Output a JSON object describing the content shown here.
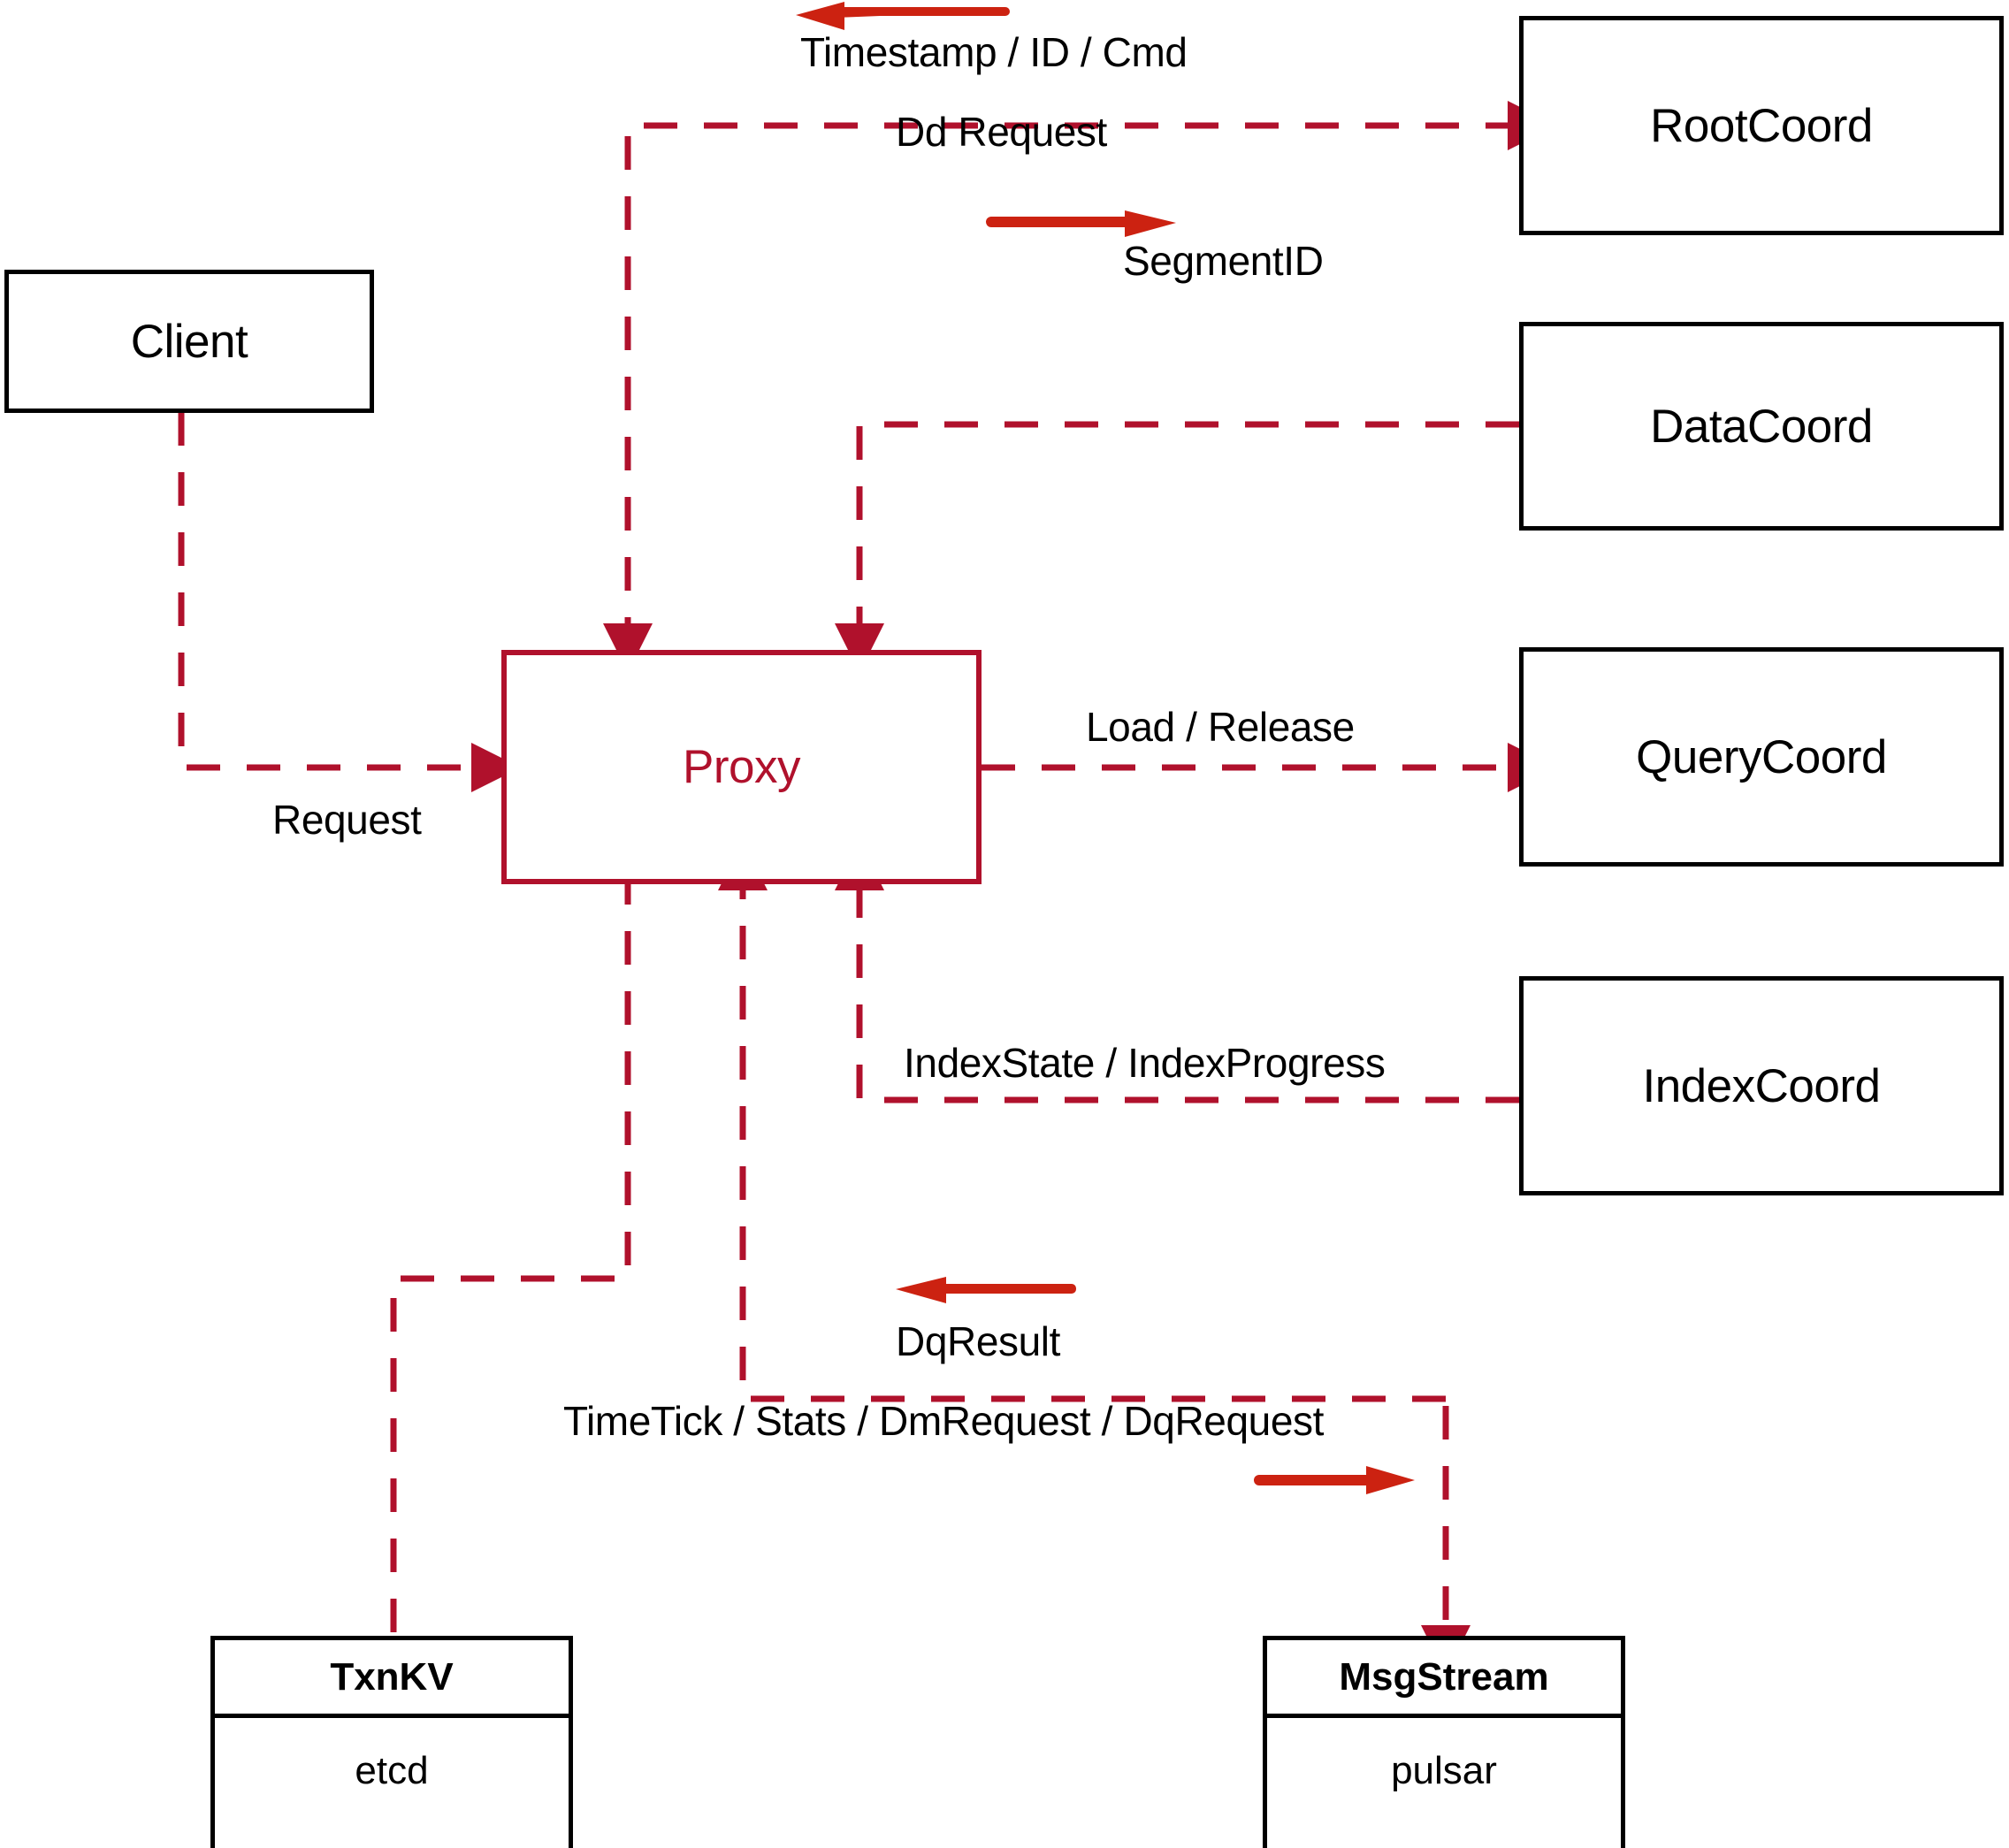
{
  "diagram": {
    "title": "Milvus Proxy interaction diagram",
    "colors": {
      "dashed_edge": "#b0112c",
      "solid_arrow": "#cc2211",
      "node_border": "#000000",
      "accent_node": "#b0112c"
    },
    "nodes": {
      "client": {
        "label": "Client"
      },
      "proxy": {
        "label": "Proxy"
      },
      "root_coord": {
        "label": "RootCoord"
      },
      "data_coord": {
        "label": "DataCoord"
      },
      "query_coord": {
        "label": "QueryCoord"
      },
      "index_coord": {
        "label": "IndexCoord"
      },
      "txnkv": {
        "title": "TxnKV",
        "impl": "etcd"
      },
      "msgstream": {
        "title": "MsgStream",
        "impl": "pulsar"
      }
    },
    "edge_labels": {
      "timestamp_id_cmd": "Timestamp / ID / Cmd",
      "dd_request": "Dd Request",
      "segment_id": "SegmentID",
      "request": "Request",
      "load_release": "Load / Release",
      "index_state_progress": "IndexState / IndexProgress",
      "dq_result": "DqResult",
      "timetick_stats": "TimeTick / Stats / DmRequest / DqRequest"
    },
    "edges": [
      {
        "from": "root_coord",
        "to": "proxy",
        "label": "Timestamp / ID / Cmd",
        "direction": "left"
      },
      {
        "from": "proxy",
        "to": "root_coord",
        "label": "Dd Request",
        "direction": "right"
      },
      {
        "from": "data_coord",
        "to": "proxy",
        "label": "SegmentID",
        "direction": "left"
      },
      {
        "from": "client",
        "to": "proxy",
        "label": "Request",
        "direction": "right"
      },
      {
        "from": "proxy",
        "to": "query_coord",
        "label": "Load / Release",
        "direction": "right"
      },
      {
        "from": "index_coord",
        "to": "proxy",
        "label": "IndexState / IndexProgress",
        "direction": "left"
      },
      {
        "from": "msgstream",
        "to": "proxy",
        "label": "DqResult",
        "direction": "left"
      },
      {
        "from": "proxy",
        "to": "msgstream",
        "label": "TimeTick / Stats / DmRequest / DqRequest",
        "direction": "right"
      },
      {
        "from": "proxy",
        "to": "txnkv",
        "label": "",
        "direction": "none"
      }
    ]
  }
}
